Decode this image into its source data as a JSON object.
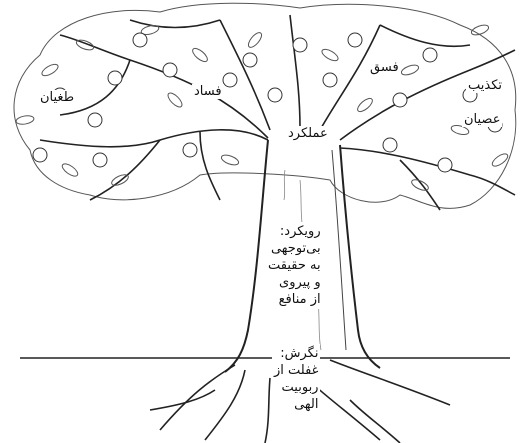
{
  "fruit_labels": {
    "tughyan": "طغیان",
    "fasad": "فساد",
    "fisq": "فسق",
    "takdhib": "تکذیب",
    "isyan": "عصیان"
  },
  "branches_label": "عملکرد",
  "trunk_text": {
    "heading": "رویکرد:",
    "lines": [
      "بی‌توجهی",
      "به حقیقت",
      "و پیروی",
      "از منافع"
    ]
  },
  "roots_text": {
    "heading": "نگرش:",
    "lines": [
      "غفلت از",
      "ربوبیت",
      "الهی"
    ]
  }
}
